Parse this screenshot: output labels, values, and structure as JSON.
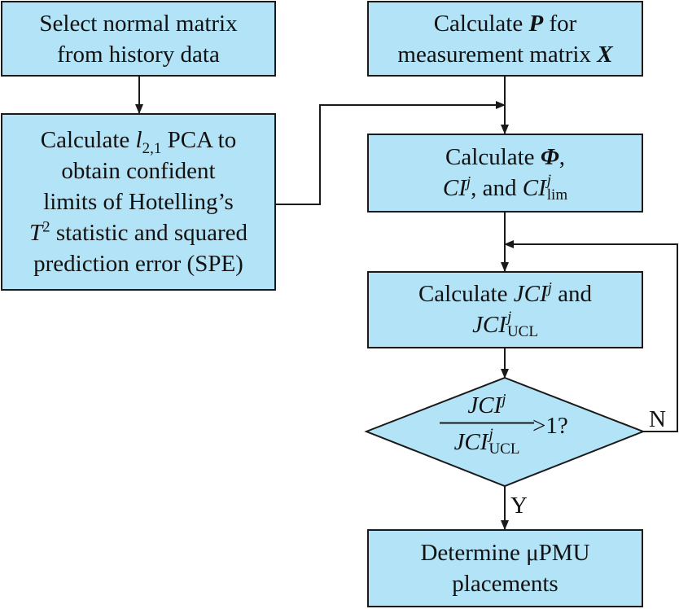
{
  "nodes": {
    "select": {
      "line1": "Select normal matrix",
      "line2": "from history data"
    },
    "pca": {
      "line1_pre": "Calculate ",
      "var_l": "l",
      "l_sub": "2,1",
      "line1_post": " PCA to",
      "line2": "obtain confident",
      "line3": "limits of Hotelling’s",
      "var_T": "T",
      "T_sup": "2",
      "line4_post": " statistic and squared",
      "line5": "prediction error (SPE)"
    },
    "calc_p": {
      "line1_pre": "Calculate ",
      "var_P": "P",
      "line1_post": " for",
      "line2_pre": "measurement matrix ",
      "var_X": "X"
    },
    "calc_phi": {
      "line1_pre": "Calculate ",
      "var_phi": "Φ",
      "line1_post": ",",
      "var_CI": "CI",
      "sup_j": "j",
      "mid": ", and ",
      "var_CI2": "CI",
      "sub_lim": "lim"
    },
    "calc_jci": {
      "line1_pre": "Calculate ",
      "var_JCI": "JCI",
      "sup_j": "j",
      "line1_post": " and",
      "var_JCI2": "JCI",
      "sub_ucl": "UCL"
    },
    "decision": {
      "num": "JCI",
      "num_sup": "j",
      "den": "JCI",
      "den_sup": "j",
      "den_sub": "UCL",
      "tail": ">1?"
    },
    "determine": {
      "line1": "Determine μPMU",
      "line2": "placements"
    }
  },
  "edges": {
    "yes_label": "Y",
    "no_label": "N"
  },
  "colors": {
    "box_fill": "#b3e3f6",
    "stroke": "#1a1a1a"
  }
}
